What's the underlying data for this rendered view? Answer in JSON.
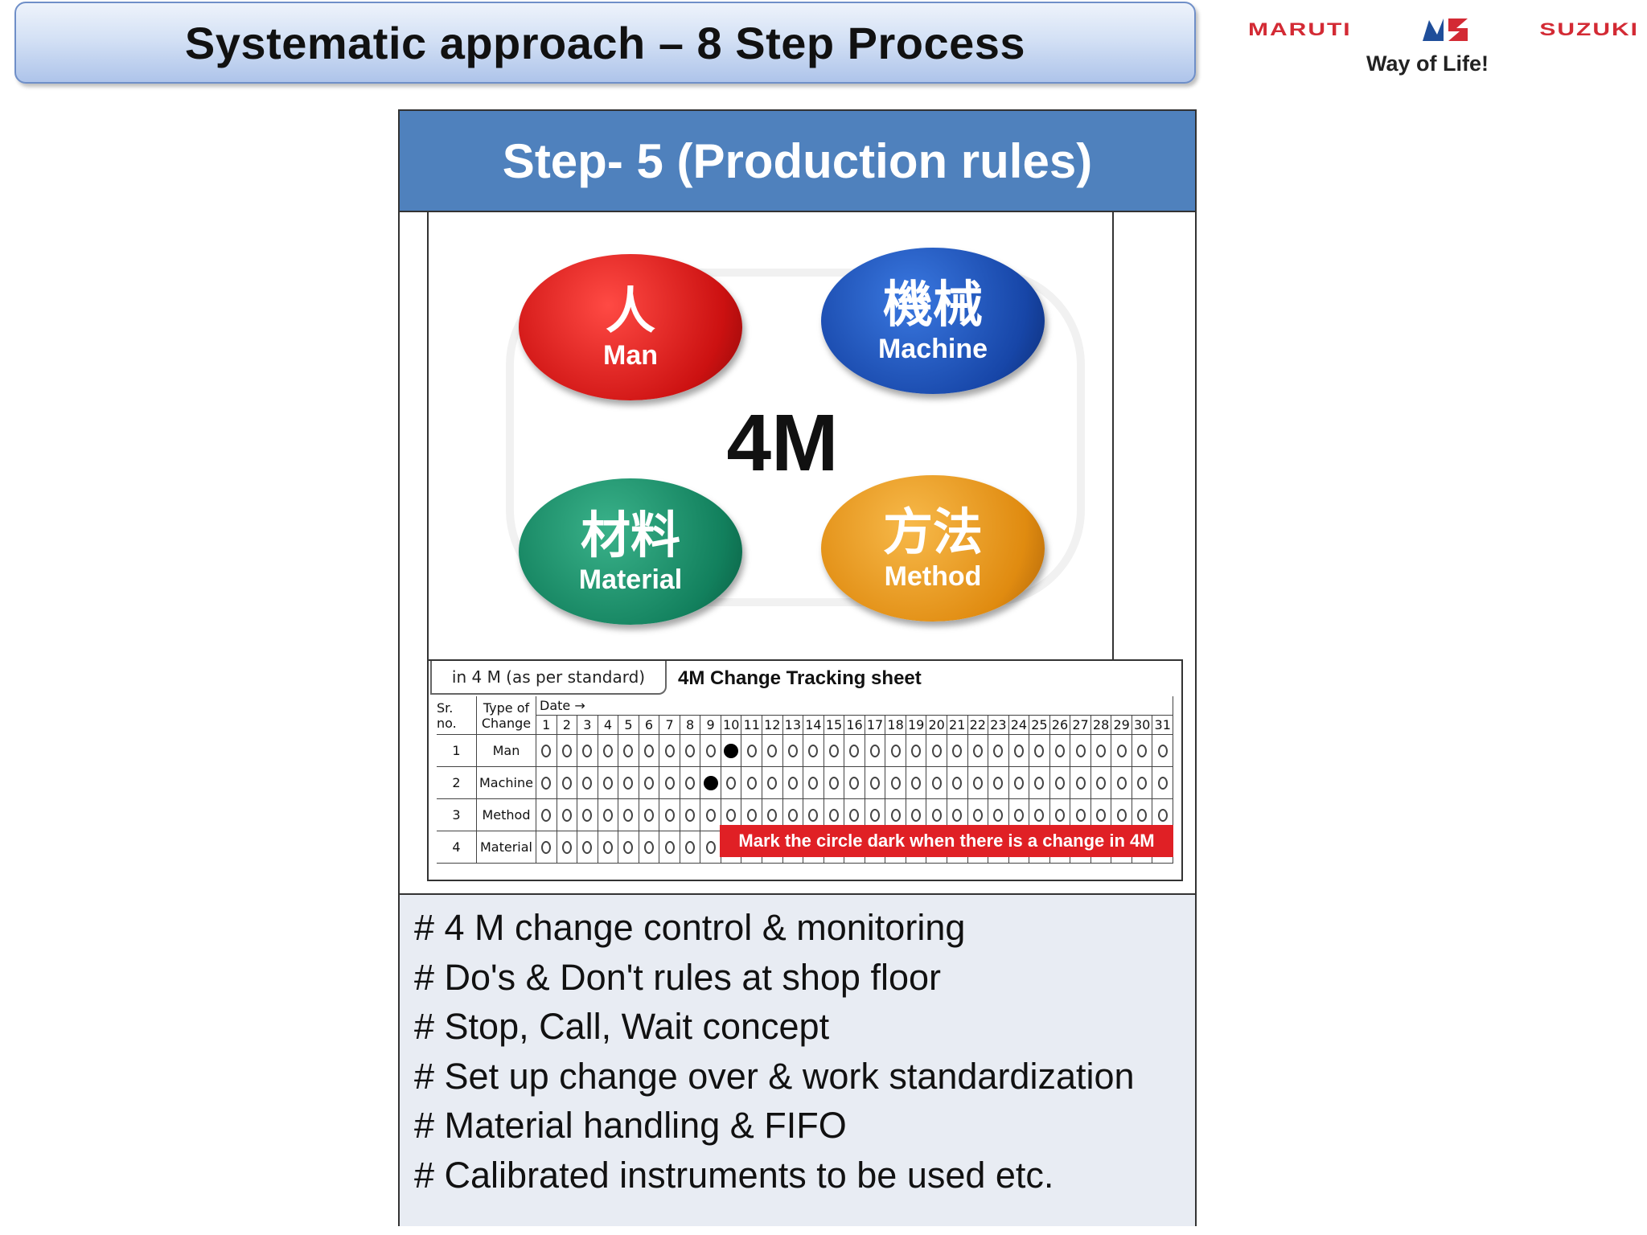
{
  "slide": {
    "title": "Systematic approach – 8 Step Process"
  },
  "logo": {
    "brand_left": "MARUTI",
    "brand_right": "SUZUKI",
    "tagline": "Way of Life!"
  },
  "step": {
    "header": "Step- 5 (Production rules)"
  },
  "four_m": {
    "center_label": "4M",
    "items": [
      {
        "kanji": "人",
        "label": "Man",
        "color": "#d31a1a"
      },
      {
        "kanji": "機械",
        "label": "Machine",
        "color": "#1a4fb3"
      },
      {
        "kanji": "材料",
        "label": "Material",
        "color": "#138a63"
      },
      {
        "kanji": "方法",
        "label": "Method",
        "color": "#e0901a"
      }
    ]
  },
  "tracking_sheet": {
    "tab_label": "in 4 M (as per standard)",
    "title": "4M Change Tracking sheet",
    "col_sr": "Sr. no.",
    "col_type_line1": "Type of",
    "col_type_line2": "Change",
    "date_label": "Date →",
    "days": [
      "1",
      "2",
      "3",
      "4",
      "5",
      "6",
      "7",
      "8",
      "9",
      "10",
      "11",
      "12",
      "13",
      "14",
      "15",
      "16",
      "17",
      "18",
      "19",
      "20",
      "21",
      "22",
      "23",
      "24",
      "25",
      "26",
      "27",
      "28",
      "29",
      "30",
      "31"
    ],
    "rows": [
      {
        "sr": "1",
        "type": "Man",
        "dark_day": 10
      },
      {
        "sr": "2",
        "type": "Machine",
        "dark_day": 9
      },
      {
        "sr": "3",
        "type": "Method",
        "dark_day": null
      },
      {
        "sr": "4",
        "type": "Material",
        "dark_day": null
      }
    ],
    "callout": "Mark the circle dark when there is a change in 4M"
  },
  "bullets": [
    "# 4 M change control & monitoring",
    "# Do's & Don't rules at shop floor",
    "# Stop, Call, Wait  concept",
    "# Set up change over & work standardization",
    "# Material handling & FIFO",
    "# Calibrated instruments to be used etc."
  ]
}
